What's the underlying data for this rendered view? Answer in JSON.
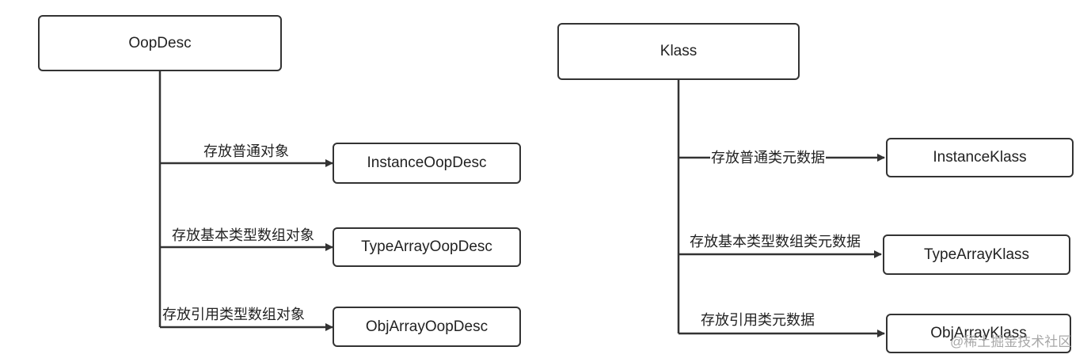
{
  "left_tree": {
    "root": "OopDesc",
    "children": [
      {
        "edge_label": "存放普通对象",
        "node": "InstanceOopDesc"
      },
      {
        "edge_label": "存放基本类型数组对象",
        "node": "TypeArrayOopDesc"
      },
      {
        "edge_label": "存放引用类型数组对象",
        "node": "ObjArrayOopDesc"
      }
    ]
  },
  "right_tree": {
    "root": "Klass",
    "children": [
      {
        "edge_label": "存放普通类元数据",
        "node": "InstanceKlass"
      },
      {
        "edge_label": "存放基本类型数组类元数据",
        "node": "TypeArrayKlass"
      },
      {
        "edge_label": "存放引用类元数据",
        "node": "ObjArrayKlass"
      }
    ]
  },
  "watermark": "@稀土掘金技术社区",
  "colors": {
    "stroke": "#333333",
    "text": "#222222",
    "background": "#ffffff",
    "watermark": "#a8a8a8"
  }
}
